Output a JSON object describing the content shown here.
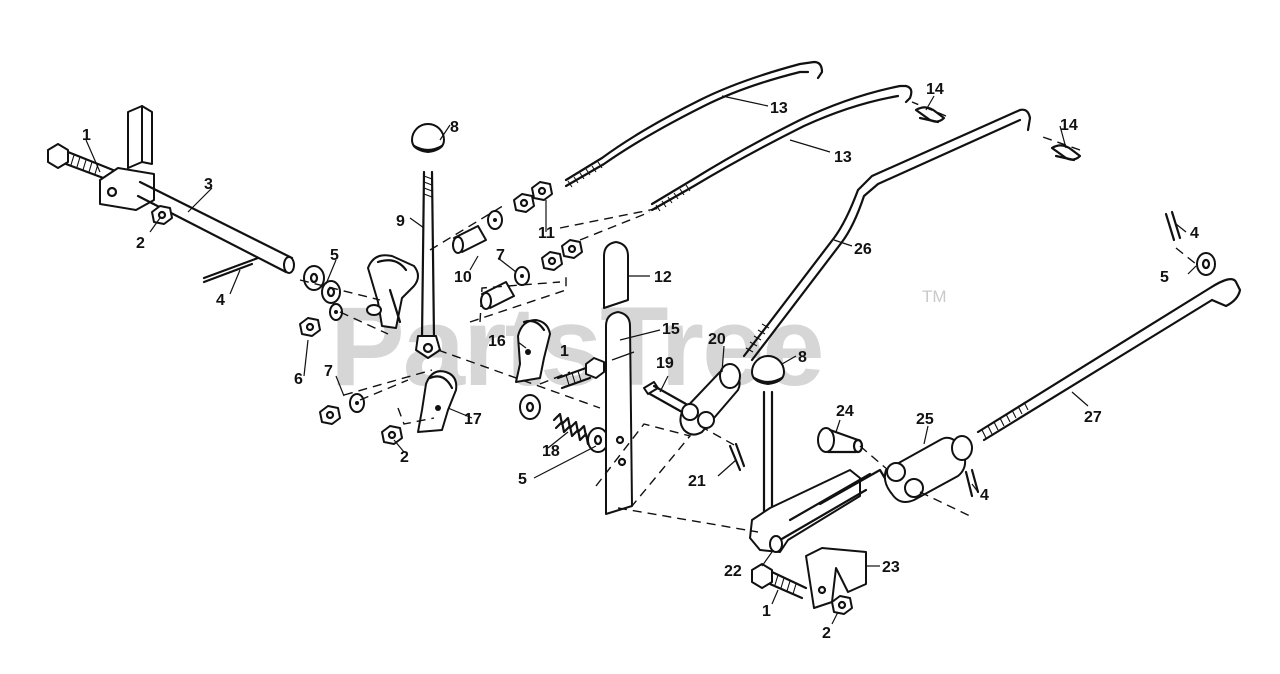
{
  "diagram": {
    "watermark": "PartsTree",
    "watermark_mark": "TM",
    "callouts": [
      {
        "id": "c1a",
        "label": "1"
      },
      {
        "id": "c1b",
        "label": "1"
      },
      {
        "id": "c1c",
        "label": "1"
      },
      {
        "id": "c2a",
        "label": "2"
      },
      {
        "id": "c2b",
        "label": "2"
      },
      {
        "id": "c2c",
        "label": "2"
      },
      {
        "id": "c3",
        "label": "3"
      },
      {
        "id": "c4a",
        "label": "4"
      },
      {
        "id": "c4b",
        "label": "4"
      },
      {
        "id": "c4c",
        "label": "4"
      },
      {
        "id": "c5a",
        "label": "5"
      },
      {
        "id": "c5b",
        "label": "5"
      },
      {
        "id": "c5c",
        "label": "5"
      },
      {
        "id": "c6",
        "label": "6"
      },
      {
        "id": "c7a",
        "label": "7"
      },
      {
        "id": "c7b",
        "label": "7"
      },
      {
        "id": "c8a",
        "label": "8"
      },
      {
        "id": "c8b",
        "label": "8"
      },
      {
        "id": "c9",
        "label": "9"
      },
      {
        "id": "c10",
        "label": "10"
      },
      {
        "id": "c11",
        "label": "11"
      },
      {
        "id": "c12",
        "label": "12"
      },
      {
        "id": "c13a",
        "label": "13"
      },
      {
        "id": "c13b",
        "label": "13"
      },
      {
        "id": "c14a",
        "label": "14"
      },
      {
        "id": "c14b",
        "label": "14"
      },
      {
        "id": "c15",
        "label": "15"
      },
      {
        "id": "c16",
        "label": "16"
      },
      {
        "id": "c17",
        "label": "17"
      },
      {
        "id": "c18",
        "label": "18"
      },
      {
        "id": "c19",
        "label": "19"
      },
      {
        "id": "c20",
        "label": "20"
      },
      {
        "id": "c21",
        "label": "21"
      },
      {
        "id": "c22",
        "label": "22"
      },
      {
        "id": "c23",
        "label": "23"
      },
      {
        "id": "c24",
        "label": "24"
      },
      {
        "id": "c25",
        "label": "25"
      },
      {
        "id": "c26",
        "label": "26"
      },
      {
        "id": "c27",
        "label": "27"
      }
    ]
  }
}
